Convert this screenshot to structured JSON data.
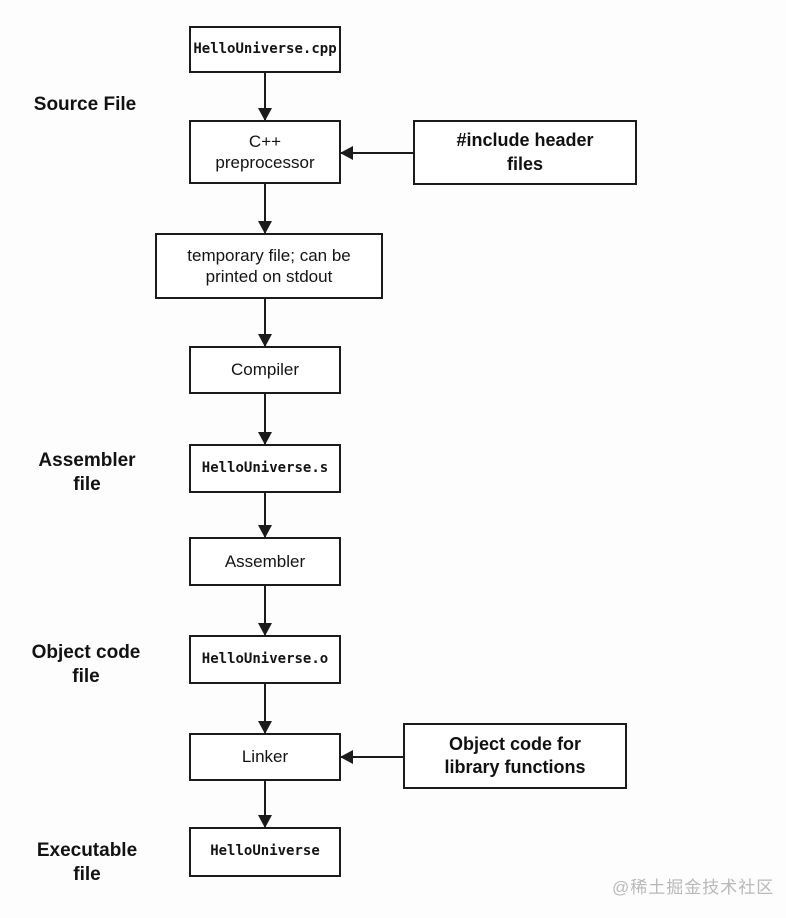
{
  "flow": {
    "stages": [
      {
        "id": "cpp-file",
        "label": "HelloUniverse.cpp",
        "kind": "file"
      },
      {
        "id": "preprocessor",
        "label": "C++\npreprocessor",
        "kind": "process"
      },
      {
        "id": "temp-file",
        "label": "temporary file; can be\nprinted on stdout",
        "kind": "process"
      },
      {
        "id": "compiler",
        "label": "Compiler",
        "kind": "process"
      },
      {
        "id": "s-file",
        "label": "HelloUniverse.s",
        "kind": "file"
      },
      {
        "id": "assembler",
        "label": "Assembler",
        "kind": "process"
      },
      {
        "id": "o-file",
        "label": "HelloUniverse.o",
        "kind": "file"
      },
      {
        "id": "linker",
        "label": "Linker",
        "kind": "process"
      },
      {
        "id": "exe-file",
        "label": "HelloUniverse",
        "kind": "file"
      }
    ],
    "side_labels": [
      {
        "text": "Source File"
      },
      {
        "text": "Assembler\nfile"
      },
      {
        "text": "Object code\nfile"
      },
      {
        "text": "Executable\nfile"
      }
    ],
    "callouts": [
      {
        "text": "#include header\nfiles"
      },
      {
        "text": "Object code for\nlibrary functions"
      }
    ]
  },
  "watermark": {
    "text": "@稀土掘金技术社区"
  },
  "colors": {
    "line": "#1b1b1b",
    "background": "#fdfdfd",
    "box_fill": "#ffffff",
    "watermark": "#b9b9b9"
  }
}
